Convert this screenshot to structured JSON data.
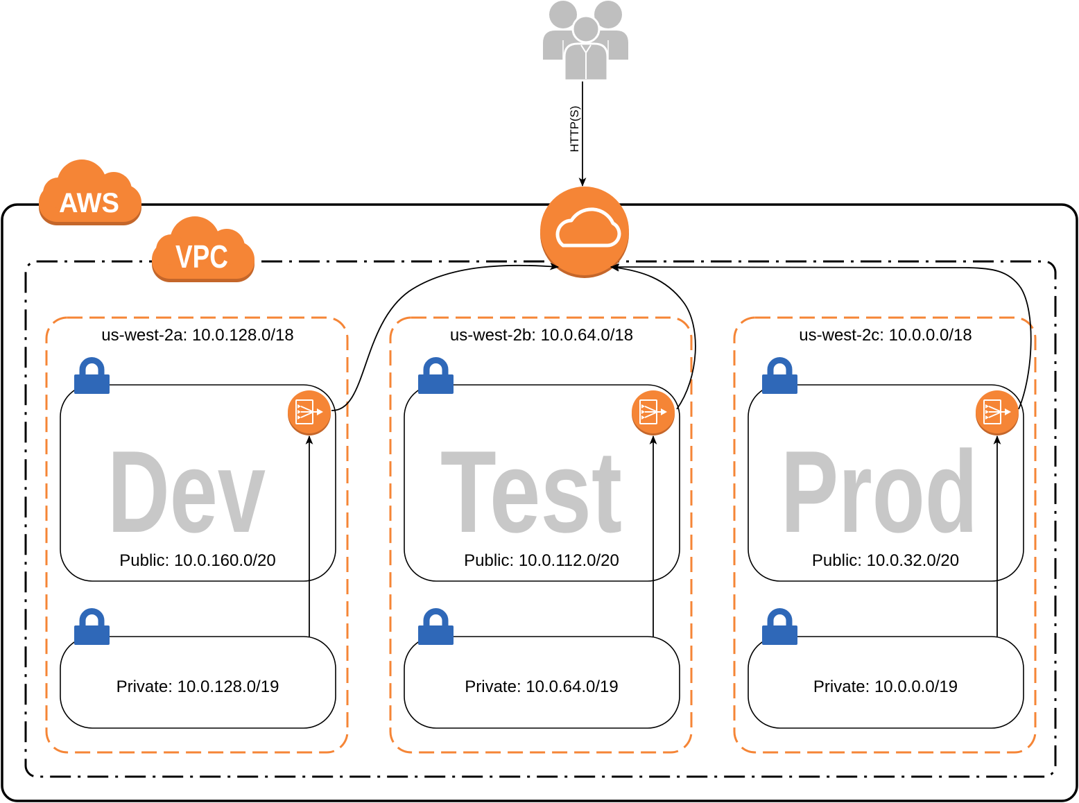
{
  "colors": {
    "aws_orange": "#F58536",
    "aws_orange_shadow": "#C4662A",
    "lock_blue": "#2F68B8",
    "environment_text": "#C8C8C8",
    "users_grey": "#BFBFBF",
    "line": "#000000"
  },
  "users": {
    "icon": "users-icon",
    "connection_label": "HTTP(S)"
  },
  "aws": {
    "label": "AWS"
  },
  "vpc": {
    "label": "VPC"
  },
  "internet_gateway": {
    "icon": "internet-gateway-icon"
  },
  "zones": [
    {
      "label": "us-west-2a: 10.0.128.0/18",
      "environment": "Dev",
      "public_subnet": {
        "label": "Public: 10.0.160.0/20",
        "icon": "lock-icon",
        "gateway_icon": "nat-gateway-icon"
      },
      "private_subnet": {
        "label": "Private: 10.0.128.0/19",
        "icon": "lock-icon"
      }
    },
    {
      "label": "us-west-2b: 10.0.64.0/18",
      "environment": "Test",
      "public_subnet": {
        "label": "Public: 10.0.112.0/20",
        "icon": "lock-icon",
        "gateway_icon": "nat-gateway-icon"
      },
      "private_subnet": {
        "label": "Private: 10.0.64.0/19",
        "icon": "lock-icon"
      }
    },
    {
      "label": "us-west-2c: 10.0.0.0/18",
      "environment": "Prod",
      "public_subnet": {
        "label": "Public: 10.0.32.0/20",
        "icon": "lock-icon",
        "gateway_icon": "nat-gateway-icon"
      },
      "private_subnet": {
        "label": "Private: 10.0.0.0/19",
        "icon": "lock-icon"
      }
    }
  ]
}
